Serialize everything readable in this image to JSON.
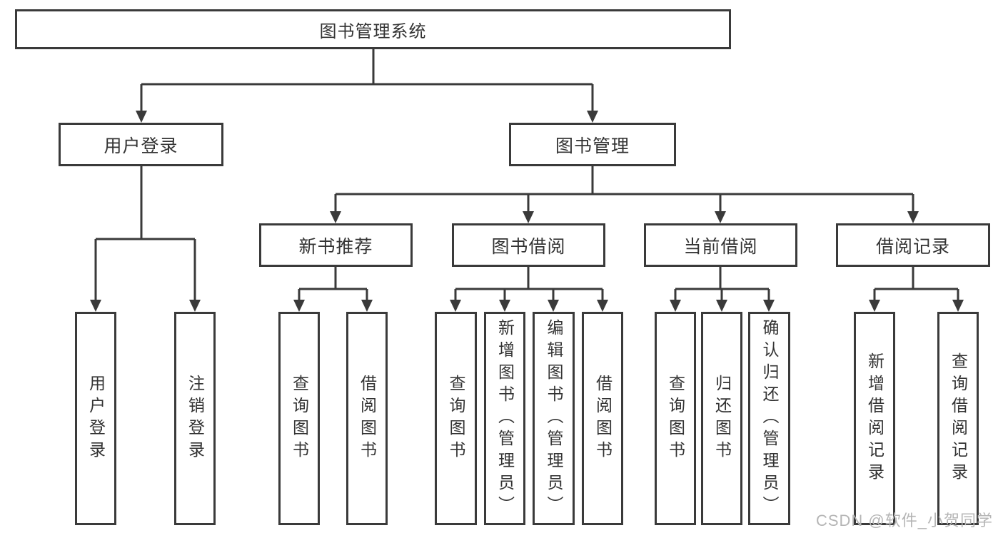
{
  "colors": {
    "line": "#3a3a3a",
    "box_border": "#3a3a3a",
    "text": "#333333",
    "watermark_text": "#b5b5b5",
    "background": "#ffffff"
  },
  "watermark": "CSDN @软件_小贺同学",
  "diagram": {
    "root": {
      "label": "图书管理系统"
    },
    "user_login": {
      "label": "用户登录",
      "children": {
        "login": {
          "label": "用户登录"
        },
        "logout": {
          "label": "注销登录"
        }
      }
    },
    "book_mgmt": {
      "label": "图书管理",
      "new_book": {
        "label": "新书推荐",
        "children": {
          "query": {
            "label": "查询图书"
          },
          "borrow": {
            "label": "借阅图书"
          }
        }
      },
      "book_borrow": {
        "label": "图书借阅",
        "children": {
          "query": {
            "label": "查询图书"
          },
          "add": {
            "label": "新增图书（管理员）"
          },
          "edit": {
            "label": "编辑图书（管理员）"
          },
          "borrow": {
            "label": "借阅图书"
          }
        }
      },
      "current_borrow": {
        "label": "当前借阅",
        "children": {
          "query": {
            "label": "查询图书"
          },
          "return": {
            "label": "归还图书"
          },
          "confirm": {
            "label": "确认归还（管理员）"
          }
        }
      },
      "borrow_record": {
        "label": "借阅记录",
        "children": {
          "add": {
            "label": "新增借阅记录"
          },
          "query": {
            "label": "查询借阅记录"
          }
        }
      }
    }
  }
}
